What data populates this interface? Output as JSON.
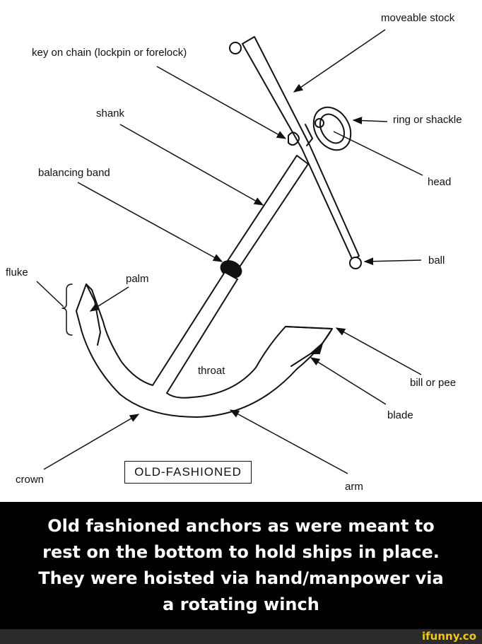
{
  "labels": {
    "moveable_stock": "moveable stock",
    "key_on_chain": "key on chain (lockpin or forelock)",
    "ring_or_shackle": "ring or shackle",
    "shank": "shank",
    "balancing_band": "balancing band",
    "head": "head",
    "ball": "ball",
    "fluke": "fluke",
    "palm": "palm",
    "throat": "throat",
    "bill_or_pee": "bill or pee",
    "blade": "blade",
    "crown": "crown",
    "arm": "arm"
  },
  "boxed_title": "OLD-FASHIONED",
  "caption": {
    "line1": "Old fashioned anchors as were meant to",
    "line2": "rest on the bottom to hold ships in place.",
    "line3": "They were hoisted via hand/manpower via",
    "line4": "a rotating winch"
  },
  "watermark": "ifunny.co",
  "colors": {
    "caption_bg": "#000000",
    "footer_bg": "#2b2b2b",
    "watermark": "#f5c518"
  }
}
